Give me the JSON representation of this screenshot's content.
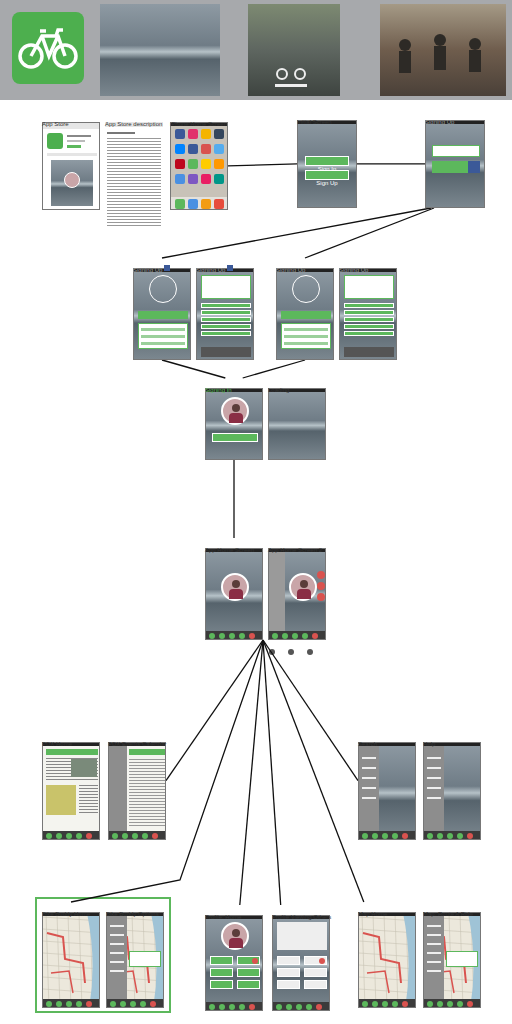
{
  "diagram": {
    "nodes": [
      {
        "text": [
          "App Store"
        ]
      },
      {
        "text": [
          "App Store description"
        ]
      },
      {
        "text": [
          "iPhone Home Screen"
        ]
      },
      {
        "text": [
          "Initial Screen"
        ]
      },
      {
        "text": [
          "Sign In"
        ],
        "in": 3
      },
      {
        "text": [
          "Sign Up"
        ],
        "in": 3
      },
      {
        "text": [
          "Signing Up"
        ]
      },
      {
        "text": [
          "Signing Up"
        ]
      },
      {
        "text": [
          "Signing Up"
        ]
      },
      {
        "text": [
          "Signing Up"
        ]
      },
      {
        "text": [
          "Signing Up"
        ]
      },
      {
        "text": [
          "Signing In"
        ]
      },
      {
        "text": [
          "Loading"
        ]
      },
      {
        "text": [
          "App Home Screen"
        ]
      },
      {
        "text": [
          "App Home Screen 2"
        ]
      },
      {
        "text": [
          "PDX Home"
        ]
      },
      {
        "text": [
          "PDX Events Calendar"
        ]
      },
      {
        "text": [
          "Search"
        ]
      },
      {
        "text": [
          "Help"
        ]
      },
      {
        "text": [
          "Bike Buddy Home"
        ]
      },
      {
        "text": [
          "Bike Buddy Options"
        ]
      },
      {
        "text": [
          "Profile: Home"
        ]
      },
      {
        "text": [
          "Profile Viewing Others"
        ]
      },
      {
        "text": [
          "Map Home"
        ]
      },
      {
        "text": [
          "Map: Route A Ride"
        ]
      }
    ],
    "edges": [
      {
        "from": 2,
        "to": 3,
        "arrow": "none"
      },
      {
        "from": 3,
        "to": 6,
        "arrow": "none"
      },
      {
        "from": 6,
        "to": 7,
        "arrow": "none"
      },
      {
        "from": 6,
        "to": 9,
        "arrow": "none"
      },
      {
        "from": 7,
        "to": 11,
        "arrow": "none"
      },
      {
        "from": 9,
        "to": 11,
        "arrow": "none"
      },
      {
        "from": 11,
        "to": 13,
        "arrow": "none"
      },
      {
        "from": 13,
        "to": 16,
        "arrow": "none"
      },
      {
        "from": 13,
        "to": 19,
        "arrow": "none"
      },
      {
        "from": 13,
        "to": 21,
        "arrow": "none"
      },
      {
        "from": 13,
        "to": 22,
        "arrow": "none"
      },
      {
        "from": 13,
        "to": 23,
        "arrow": "none"
      },
      {
        "from": 13,
        "to": 17,
        "arrow": "none"
      }
    ]
  }
}
